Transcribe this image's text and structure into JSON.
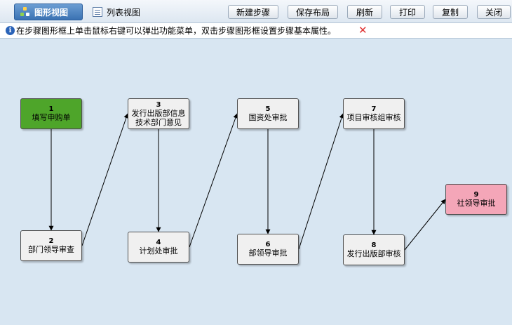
{
  "tabs": [
    {
      "label": "图形视图",
      "active": true
    },
    {
      "label": "列表视图",
      "active": false
    }
  ],
  "buttons": [
    "新建步骤",
    "保存布局",
    "刷新",
    "打印",
    "复制",
    "关闭"
  ],
  "info": {
    "text": "在步骤图形框上单击鼠标右键可以弹出功能菜单，双击步骤图形框设置步骤基本属性。"
  },
  "colors": {
    "start_node": "#4ea52a",
    "end_node": "#f4a6b8",
    "node": "#f0f0f0",
    "canvas": "#d8e6f2"
  },
  "steps": [
    {
      "id": "1",
      "name": "填写申购单",
      "kind": "start"
    },
    {
      "id": "2",
      "name": "部门领导审查",
      "kind": "normal"
    },
    {
      "id": "3",
      "name": "发行出版部信息\n技术部门意见",
      "kind": "normal"
    },
    {
      "id": "4",
      "name": "计划处审批",
      "kind": "normal"
    },
    {
      "id": "5",
      "name": "国资处审批",
      "kind": "normal"
    },
    {
      "id": "6",
      "name": "部领导审批",
      "kind": "normal"
    },
    {
      "id": "7",
      "name": "项目审核组审核",
      "kind": "normal"
    },
    {
      "id": "8",
      "name": "发行出版部审核",
      "kind": "normal"
    },
    {
      "id": "9",
      "name": "社领导审批",
      "kind": "end"
    }
  ],
  "transitions": [
    [
      "1",
      "2"
    ],
    [
      "2",
      "3"
    ],
    [
      "3",
      "4"
    ],
    [
      "4",
      "5"
    ],
    [
      "5",
      "6"
    ],
    [
      "6",
      "7"
    ],
    [
      "7",
      "8"
    ],
    [
      "8",
      "9"
    ]
  ]
}
